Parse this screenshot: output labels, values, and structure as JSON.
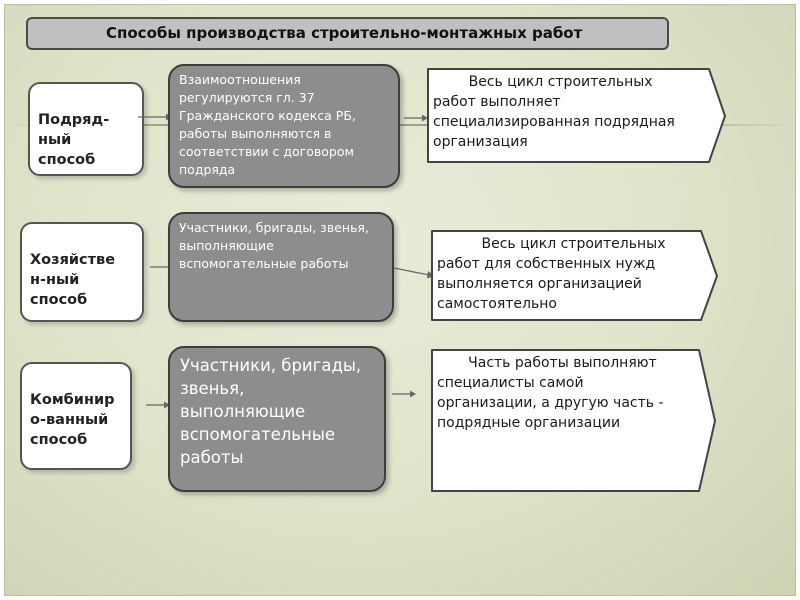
{
  "title": "Способы производства строительно-монтажных работ",
  "rows": [
    {
      "method": "Подряд-\nный\nспособ",
      "description": "Взаимоотношения регулируются гл. 37 Гражданского кодекса РБ, работы выполняются в соответствии с договором подряда",
      "result": "        Весь цикл строительных\nработ выполняет\nспециализированная подрядная\nорганизация"
    },
    {
      "method": "Хозяйстве\nн-ный\n способ",
      "description": "Участники, бригады, звенья, выполняющие вспомогательные работы",
      "result": "          Весь цикл строительных\nработ для собственных нужд\nвыполняется организацией\nсамостоятельно"
    },
    {
      "method": "Комбинир\nо-ванный\nспособ",
      "description": "Участники, бригады, звенья, выполняющие вспомогательные работы",
      "result": "       Часть работы выполняют\nспециалисты самой\nорганизации, а другую часть -\nподрядные организации"
    }
  ],
  "colors": {
    "background": "#dee3c8",
    "title_fill": "#c0c0c0",
    "description_fill": "#8d8d8d",
    "method_fill": "#ffffff",
    "border": "#4a4a4a"
  }
}
